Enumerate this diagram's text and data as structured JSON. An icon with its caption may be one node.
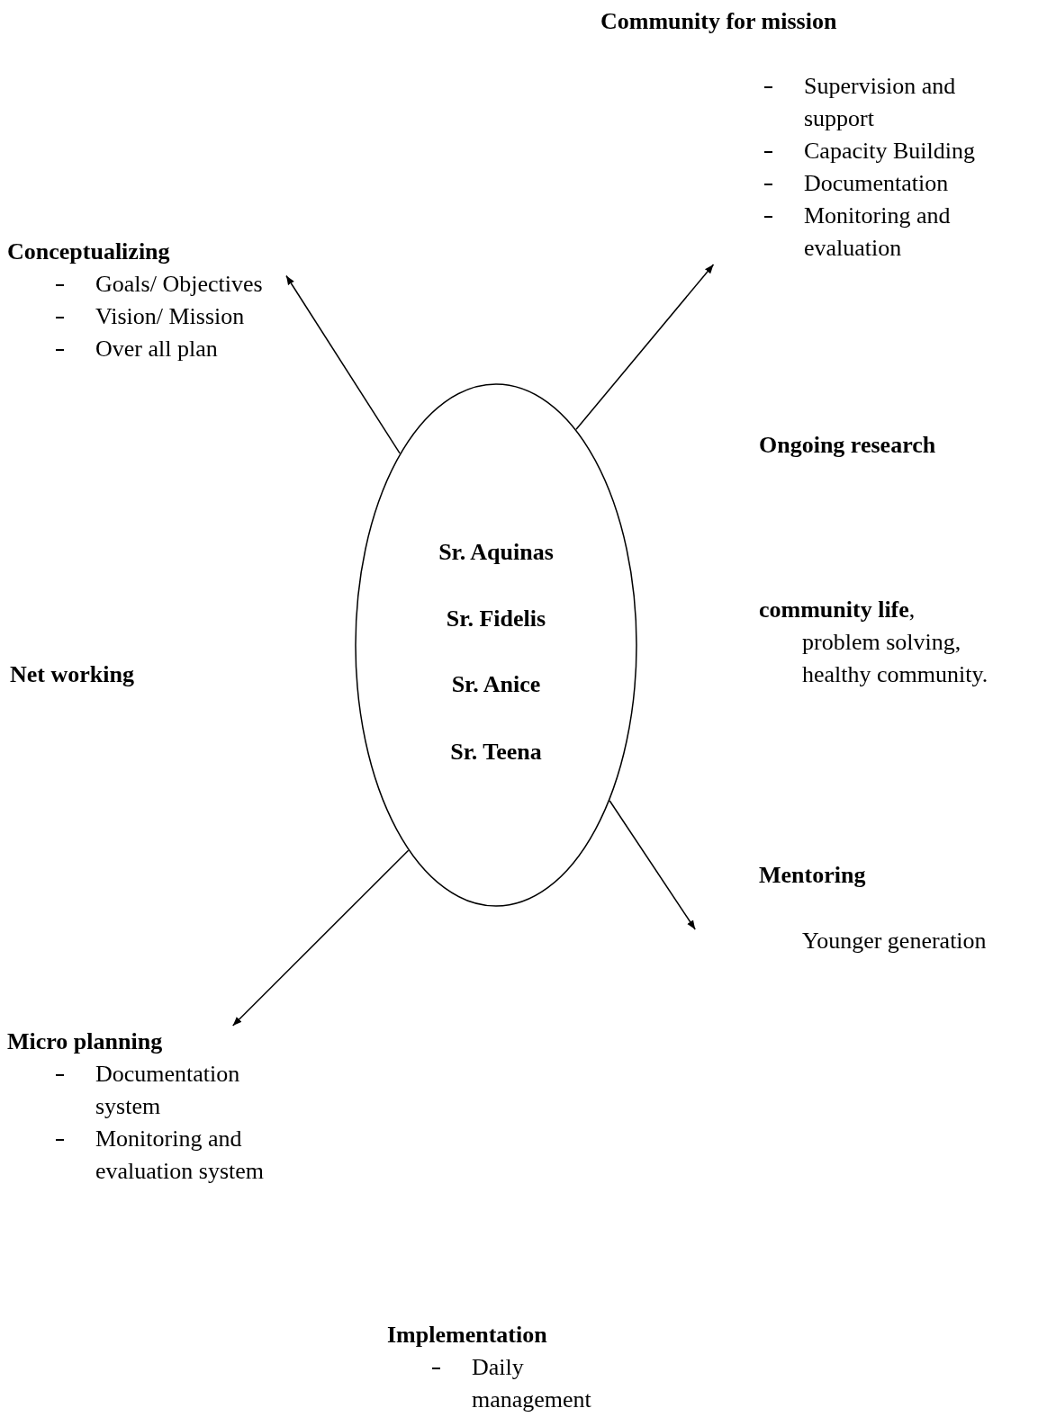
{
  "diagram": {
    "nodes": [
      {
        "text": [
          "Sr. Aquinas",
          "Sr. Fidelis",
          "Sr. Anice",
          "Sr. Teena"
        ]
      },
      {
        "text": [
          "Conceptualizing",
          "Goals/ Objectives",
          "Vision/ Mission",
          "Over all plan"
        ]
      },
      {
        "text": [
          "Community for mission",
          "Supervision and support",
          "Capacity Building",
          "Documentation",
          "Monitoring and evaluation"
        ]
      },
      {
        "text": [
          "Mentoring",
          "Younger generation"
        ]
      },
      {
        "text": [
          "Micro planning",
          "Documentation system",
          "Monitoring and evaluation system"
        ]
      }
    ],
    "edges": [
      {
        "from": 0,
        "to": 1,
        "arrow": "to"
      },
      {
        "from": 0,
        "to": 2,
        "arrow": "to"
      },
      {
        "from": 0,
        "to": 4,
        "arrow": "to"
      },
      {
        "from": 0,
        "to": 3,
        "arrow": "to"
      }
    ],
    "labels": [
      "Ongoing research",
      "**community life**, problem solving, healthy community.",
      "Net working",
      "Implementation",
      "Daily management"
    ]
  }
}
